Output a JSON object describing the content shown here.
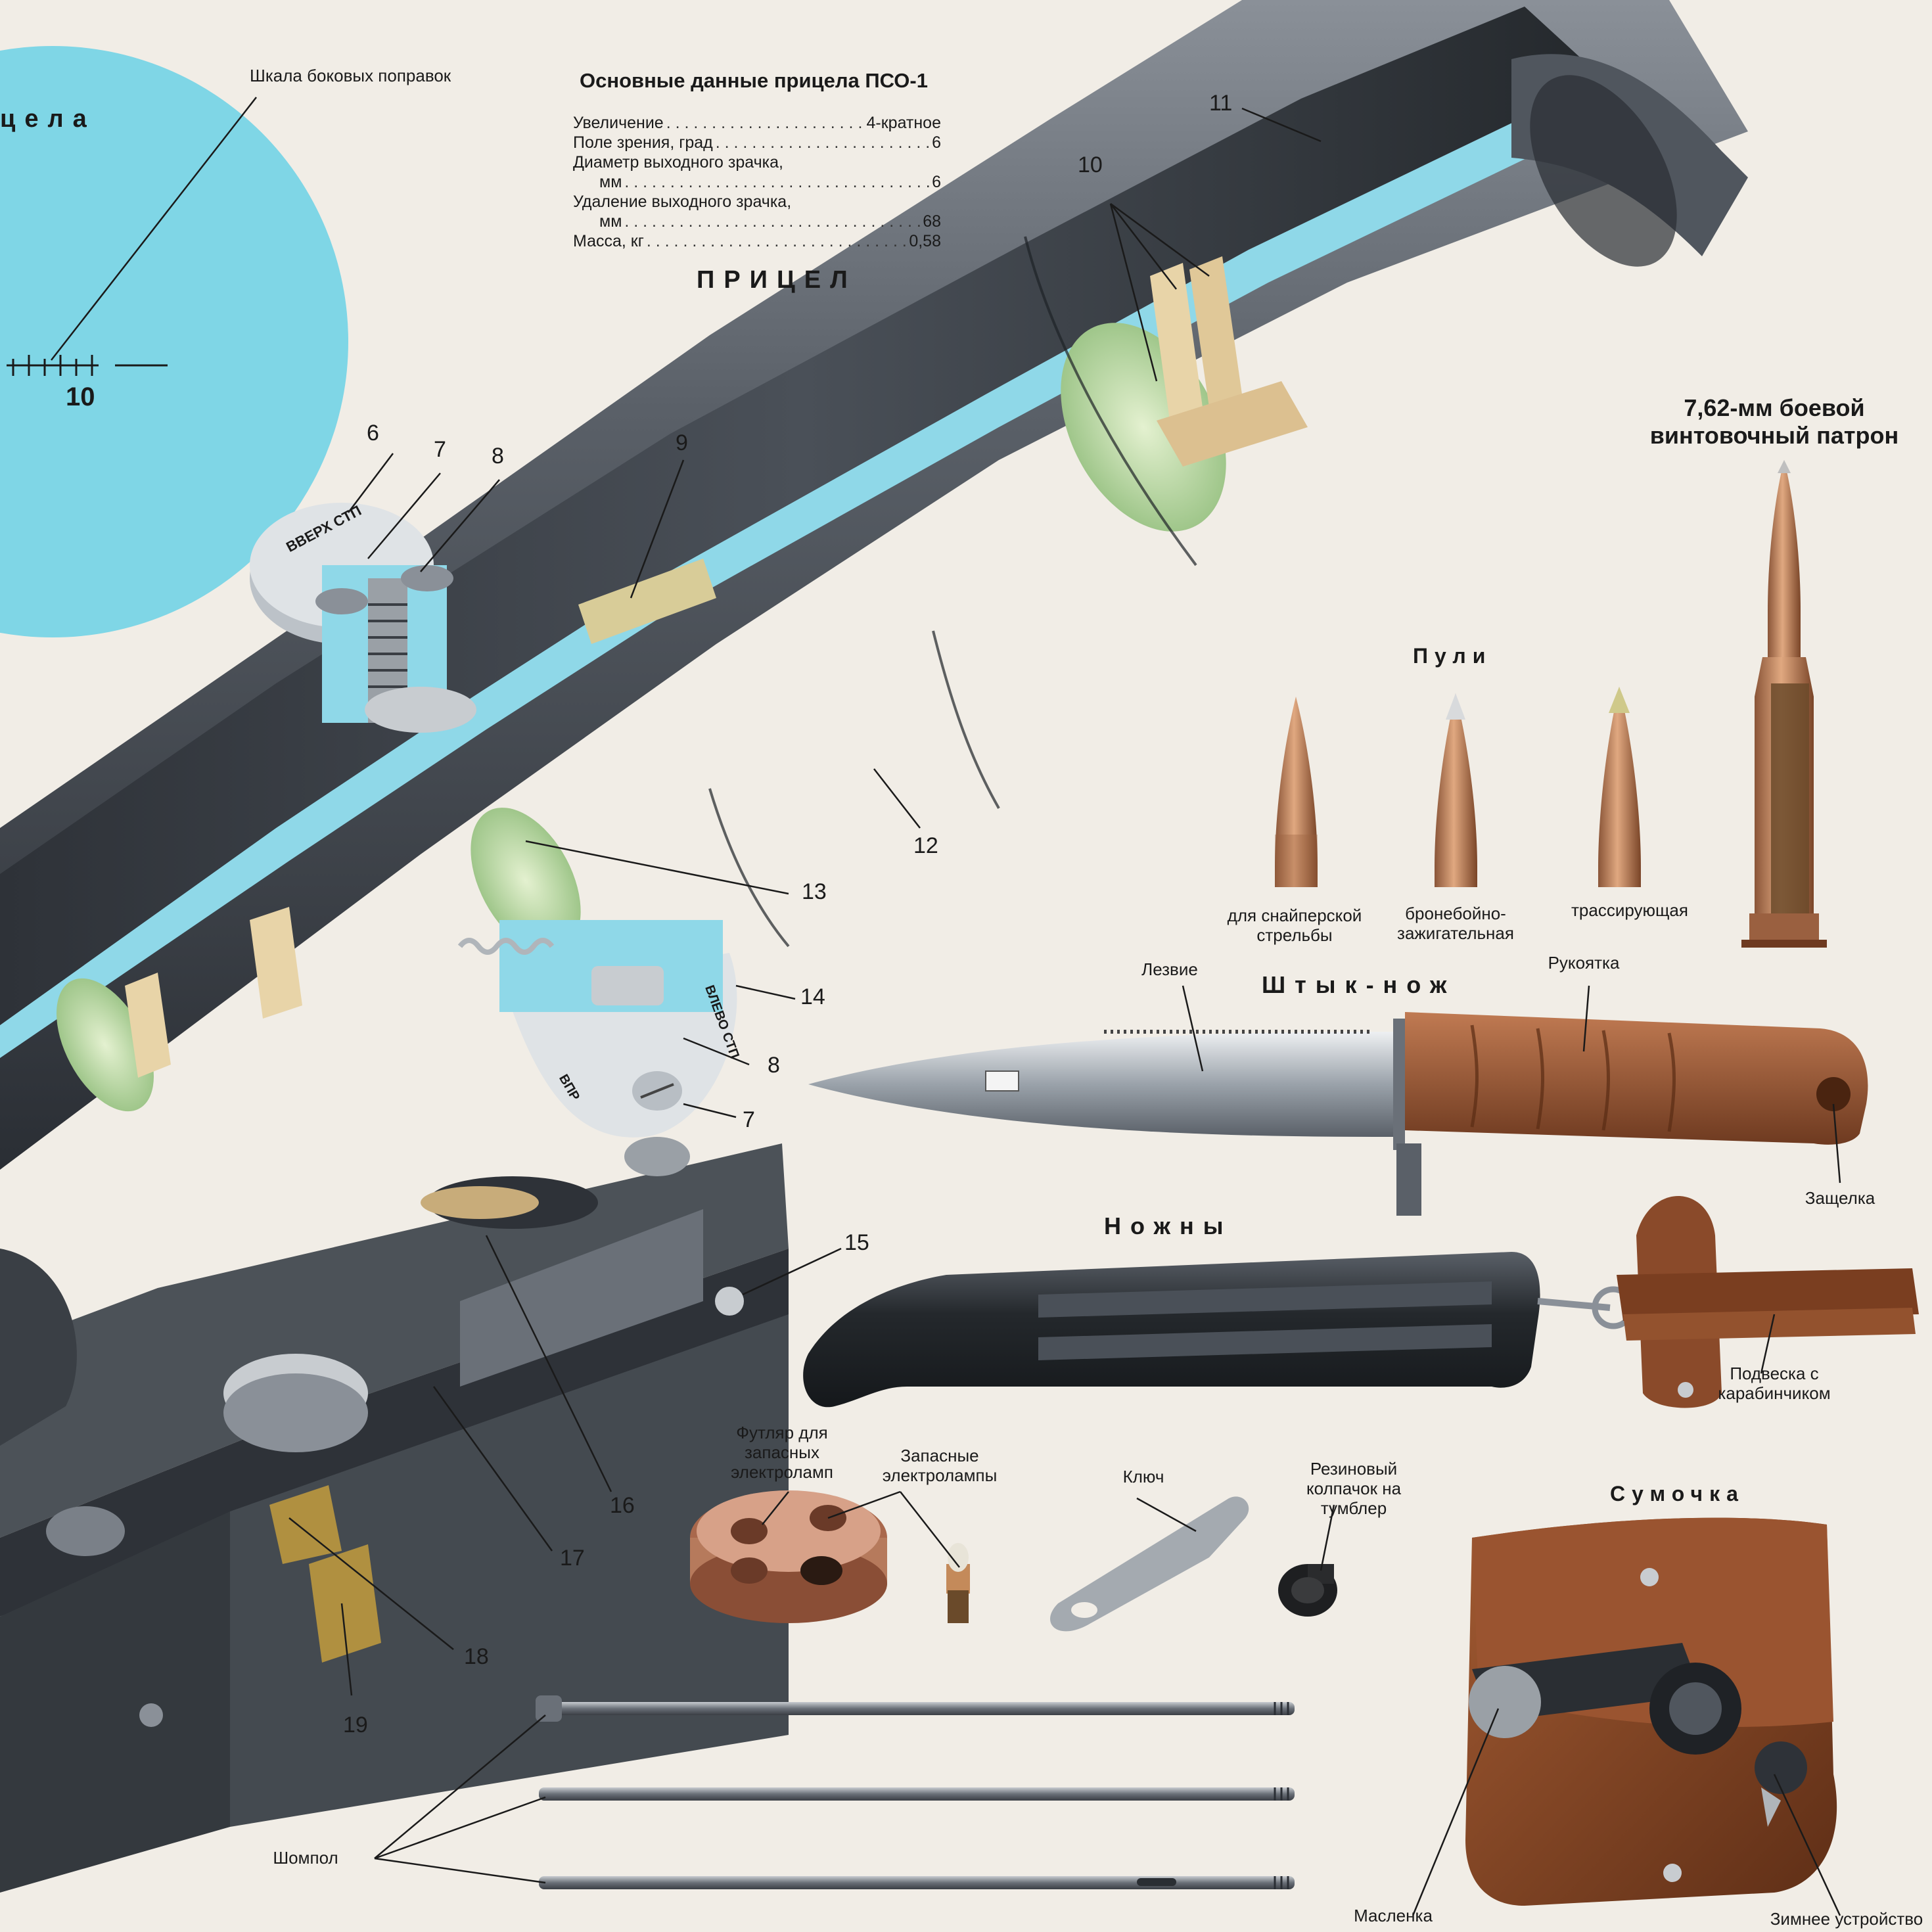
{
  "specs": {
    "heading": "Основные данные прицела ПСО-1",
    "rows": [
      {
        "label": "Увеличение",
        "value": "4-кратное"
      },
      {
        "label": "Поле зрения, град",
        "value": "6"
      },
      {
        "label": "Диаметр выходного зрачка,",
        "value": ""
      },
      {
        "label": "мм",
        "value": "6"
      },
      {
        "label": "Удаление выходного зрачка,",
        "value": ""
      },
      {
        "label": "мм",
        "value": "68"
      },
      {
        "label": "Масса, кг",
        "value": "0,58"
      }
    ]
  },
  "titles": {
    "scope": "ПРИЦЕЛ",
    "reticle_fragment": "цела",
    "cartridge": "7,62-мм боевой винтовочный патрон",
    "bullets": "Пули",
    "bayonet": "Штык-нож",
    "scabbard": "Ножны",
    "pouch": "Сумочка"
  },
  "reticle": {
    "scale_label": "Шкала боковых поправок",
    "scale_number": "10"
  },
  "callouts": [
    "6",
    "7",
    "8",
    "9",
    "10",
    "11",
    "12",
    "13",
    "14",
    "8",
    "7",
    "15",
    "16",
    "17",
    "18",
    "19"
  ],
  "bullets": [
    {
      "label": "для снайперской стрельбы"
    },
    {
      "label": "бронебойно-зажигательная"
    },
    {
      "label": "трассирующая"
    }
  ],
  "bayonet": {
    "blade": "Лезвие",
    "handle": "Рукоятка",
    "latch": "Защелка"
  },
  "scabbard": {
    "hanger": "Подвеска с карабинчиком"
  },
  "accessories": {
    "lamp_case": "Футляр для запасных электроламп",
    "spare_lamps": "Запасные электролампы",
    "key": "Ключ",
    "rubber_cap": "Резиновый колпачок на тумблер",
    "rod": "Шомпол",
    "oiler": "Масленка",
    "winter_device": "Зимнее устройство"
  },
  "dial_texts": {
    "top": "ВВЕРХ СТП",
    "side": "ВЛЕВО СТП",
    "side_b": "ВПР"
  },
  "colors": {
    "reticle_blue": "#7fd6e6",
    "section_cyan": "#8fd8e8",
    "steel_dark": "#3c4148",
    "leather": "#8a4a2a",
    "bullet_copper": "#b57a55",
    "brass": "#c48a5a"
  }
}
